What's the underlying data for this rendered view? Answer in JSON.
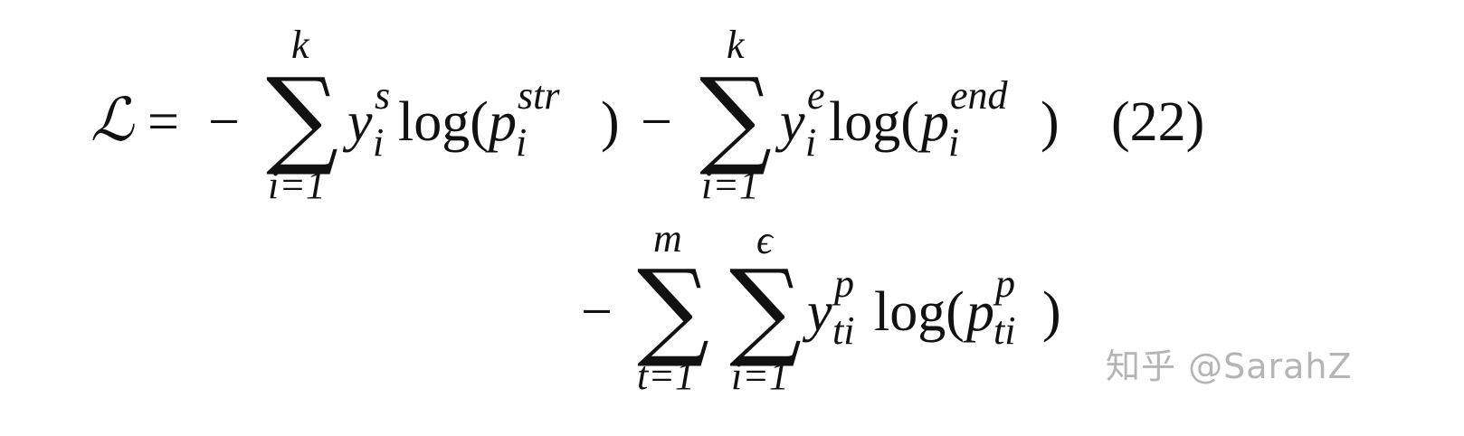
{
  "equation": {
    "number": "(22)",
    "line1": {
      "lhs": "ℒ",
      "equals": "=",
      "minus1": "−",
      "sum1": {
        "symbol": "∑",
        "upper": "k",
        "lower": "i=1"
      },
      "term1": {
        "base": "y",
        "sup": "s",
        "sub": "i",
        "log": "log(",
        "p": "p",
        "p_sup": "str",
        "p_sub": "i",
        "close": ")"
      },
      "minus2": "−",
      "sum2": {
        "symbol": "∑",
        "upper": "k",
        "lower": "i=1"
      },
      "term2": {
        "base": "y",
        "sup": "e",
        "sub": "i",
        "log": "log(",
        "p": "p",
        "p_sup": "end",
        "p_sub": "i",
        "close": ")"
      }
    },
    "line2": {
      "minus": "−",
      "sum_t": {
        "symbol": "∑",
        "upper": "m",
        "lower": "t=1"
      },
      "sum_i": {
        "symbol": "∑",
        "upper": "ϵ",
        "lower": "i=1"
      },
      "term": {
        "base": "y",
        "sup": "p",
        "sub": "ti",
        "log": "log(",
        "p": "p",
        "p_sup": "p",
        "p_sub": "ti",
        "close": ")"
      }
    }
  },
  "watermark": "知乎 @SarahZ"
}
